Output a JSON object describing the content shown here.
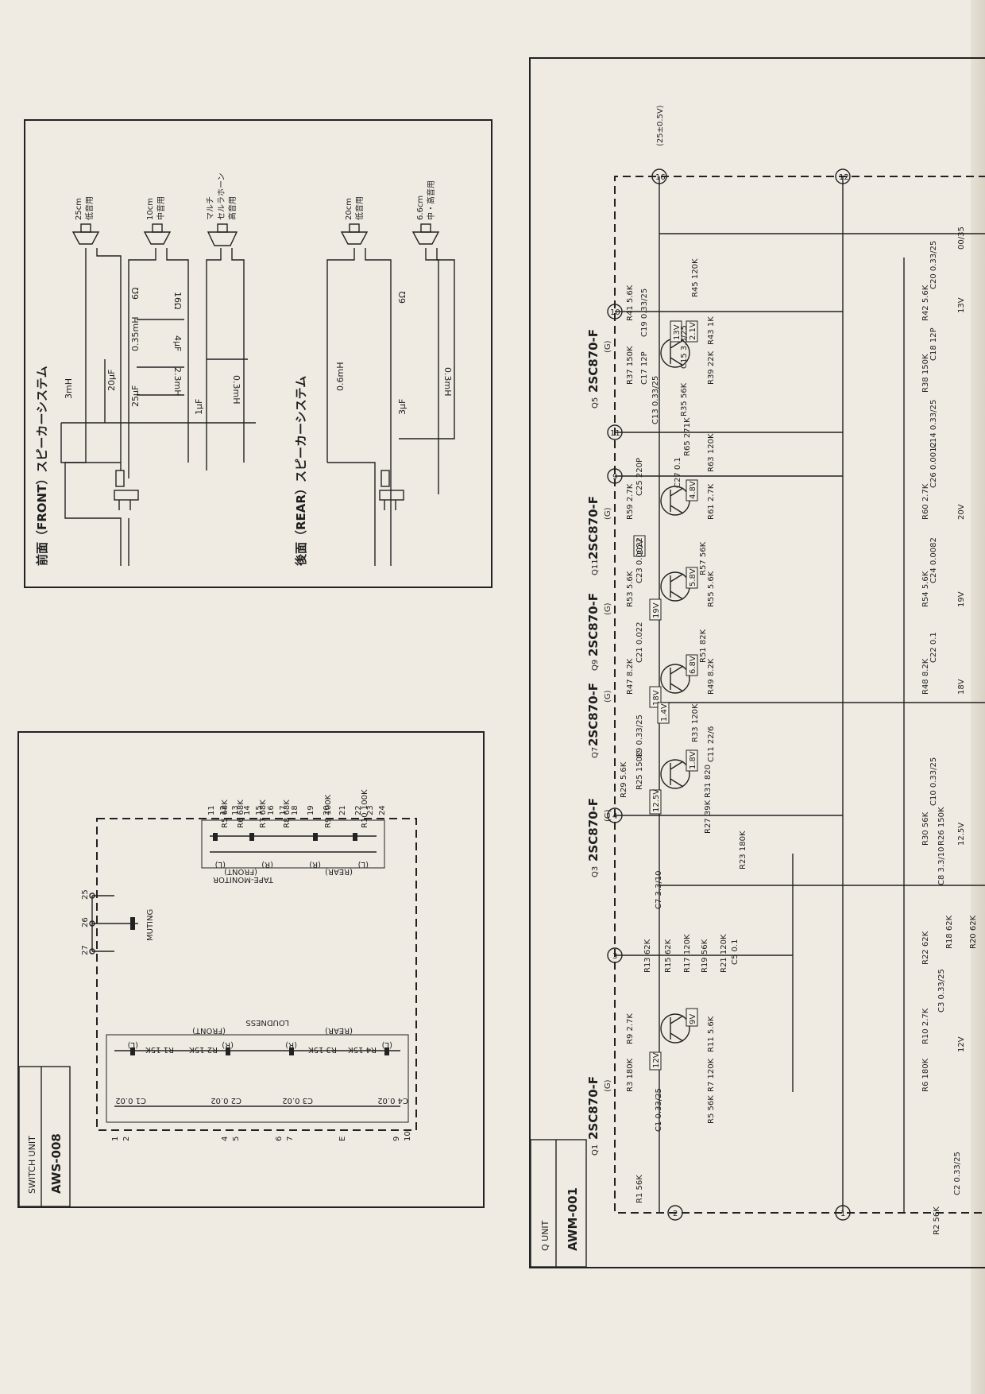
{
  "speaker_system": {
    "front_title": "前面（FRONT）スピーカーシステム",
    "rear_title": "後面（REAR）スピーカーシステム",
    "front_woofer": {
      "size": "25cm",
      "role": "低音用"
    },
    "front_mid": {
      "size": "10cm",
      "role": "中音用"
    },
    "front_tweeter": {
      "line1": "マルチ",
      "line2": "セルラホーン",
      "line3": "高音用"
    },
    "rear_woofer": {
      "size": "20cm",
      "role": "低音用"
    },
    "rear_full": {
      "size": "6.6cm",
      "role": "中・高音用"
    },
    "front_parts": [
      "3mH",
      "20μF",
      "25μF",
      "0.35mH",
      "6Ω",
      "4μF",
      "16Ω",
      "2.3mH",
      "1μF",
      "0.3mH"
    ],
    "rear_parts": [
      "0.6mH",
      "3μF",
      "6Ω",
      "0.3mH"
    ]
  },
  "switch_unit": {
    "title": "SWITCH UNIT",
    "model": "AWS-008",
    "muting": "MUTING",
    "tape_monitor": "TAPE-MONITOR",
    "loudness": "LOUDNESS",
    "front": "(FRONT)",
    "rear": "(REAR)",
    "L": "(L)",
    "R": "(R)",
    "tm_parts": [
      "R5 68K",
      "R6 68K",
      "R7 68K",
      "R8 68K",
      "R9 100K",
      "R10 100K"
    ],
    "ld_parts": [
      "R1 15K",
      "R2 15K",
      "R3 15K",
      "R4 15K",
      "C1 0.02",
      "C2 0.02",
      "C3 0.02",
      "C4 0.02"
    ],
    "tm_pins": [
      "11",
      "12",
      "13",
      "14",
      "15",
      "16",
      "17",
      "18",
      "19",
      "20",
      "21",
      "22",
      "23",
      "24"
    ],
    "ld_pins": [
      "1",
      "2",
      "4",
      "5",
      "6",
      "7",
      "E",
      "9",
      "10"
    ],
    "mute_pins": [
      "25",
      "26",
      "27"
    ]
  },
  "q_unit": {
    "title": "Q UNIT",
    "model": "AWM-001",
    "supply": "(25±0.5V)",
    "transistors": [
      {
        "ref": "Q1",
        "type": "2SC870-F",
        "grade": "(G)"
      },
      {
        "ref": "Q3",
        "type": "2SC870-F",
        "grade": "(G)"
      },
      {
        "ref": "Q7",
        "type": "2SC870-F",
        "grade": "(G)"
      },
      {
        "ref": "Q9",
        "type": "2SC870-F",
        "grade": "(G)"
      },
      {
        "ref": "Q11",
        "type": "2SC870-F",
        "grade": "(G)"
      },
      {
        "ref": "Q5",
        "type": "2SC870-F",
        "grade": "(G)"
      }
    ],
    "pins": [
      "1",
      "2",
      "3",
      "4",
      "9",
      "10",
      "11",
      "12",
      "16"
    ],
    "voltages": [
      "12V",
      "9V",
      "12.5V",
      "1.8V",
      "18V",
      "6.8V",
      "1.4V",
      "19V",
      "5.8V",
      "20V",
      "4.8V",
      "13V",
      "2.1V"
    ],
    "resistors": [
      "R1 56K",
      "R3 180K",
      "R5 56K",
      "R7 120K",
      "R9 2.7K",
      "R11 5.6K",
      "R13 62K",
      "R15 62K",
      "R17 120K",
      "R19 56K",
      "R21 120K",
      "R23 180K",
      "R25 150K",
      "R27 39K",
      "R29 5.6K",
      "R31 820",
      "R33 120K",
      "R47 8.2K",
      "R49 8.2K",
      "R51 82K",
      "R53 5.6K",
      "R55 5.6K",
      "R57 56K",
      "R59 2.7K",
      "R61 2.7K",
      "R63 120K",
      "R65 271K",
      "R37 150K",
      "R39 22K",
      "R41 5.6K",
      "R43 1K",
      "R45 120K",
      "R35 56K"
    ],
    "capacitors": [
      "C1 0.33/25",
      "C5 0.1",
      "C7 3.3/10",
      "C9 0.33/25",
      "C11 22/6",
      "C21 0.022",
      "C23 0.0022",
      "C25 220P",
      "C27 0.1",
      "C13 0.33/25",
      "C15 3.3/25",
      "C17 12P",
      "C19 0.33/25"
    ],
    "cut_labels": {
      "r2": "R2 56K",
      "r6": "R6 180K",
      "r10": "R10 2.7K",
      "c3": "C3 0.33/25",
      "r22": "R22 62K",
      "r18": "R18 62K",
      "c10": "C10 0.33/25",
      "r30": "R30 56K",
      "r26": "R26 150K",
      "r48": "R48 8.2K",
      "c22": "C22 0.1",
      "r54": "R54 5.6K",
      "c24": "C24 0.0082",
      "r60": "R60 2.7K",
      "c26": "C26 0.0012",
      "c14": "C14 0.33/25",
      "r38": "R38 150K",
      "c18": "C18 12P",
      "r42": "R42 5.6K",
      "c20": "C20 0.33/25",
      "c2": "C2 0.33/25",
      "v12": "12V",
      "v12b": "12.5V",
      "v18": "18V",
      "v19": "19V",
      "v20": "20V",
      "v13": "13V",
      "cap": "00/35",
      "r20": "R20 62K",
      "c8": "C8 3.3/10"
    }
  }
}
